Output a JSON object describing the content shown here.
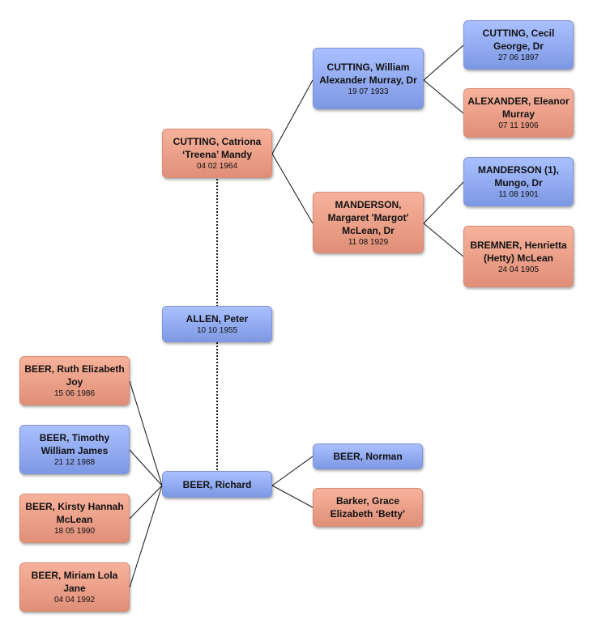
{
  "people": {
    "cecil": {
      "name": "CUTTING, Cecil George, Dr",
      "date": "27 06 1897"
    },
    "eleanor": {
      "name": "ALEXANDER, Eleanor Murray",
      "date": "07 11 1906"
    },
    "william": {
      "name": "CUTTING, William Alexander Murray, Dr",
      "date": "19 07 1933"
    },
    "treena": {
      "name": "CUTTING, Catriona ‘Treena’ Mandy",
      "date": "04 02 1964"
    },
    "mungo": {
      "name": "MANDERSON (1), Mungo, Dr",
      "date": "11 08 1901"
    },
    "margot": {
      "name": "MANDERSON, Margaret 'Margot' McLean, Dr",
      "date": "11 08 1929"
    },
    "henrietta": {
      "name": "BREMNER, Henrietta (Hetty) McLean",
      "date": "24 04 1905"
    },
    "peter": {
      "name": "ALLEN, Peter",
      "date": "10 10 1955"
    },
    "ruth": {
      "name": "BEER, Ruth Elizabeth Joy",
      "date": "15 06 1986"
    },
    "timothy": {
      "name": "BEER, Timothy William James",
      "date": "21 12 1988"
    },
    "kirsty": {
      "name": "BEER, Kirsty Hannah McLean",
      "date": "18 05 1990"
    },
    "miriam": {
      "name": "BEER, Miriam Lola Jane",
      "date": "04 04 1992"
    },
    "richard": {
      "name": "BEER, Richard",
      "date": ""
    },
    "norman": {
      "name": "BEER, Norman",
      "date": ""
    },
    "grace": {
      "name": "Barker, Grace Elizabeth ‘Betty’",
      "date": ""
    }
  },
  "colors": {
    "male": "#8ba4ee",
    "female": "#ec9d85",
    "line": "#111111"
  }
}
